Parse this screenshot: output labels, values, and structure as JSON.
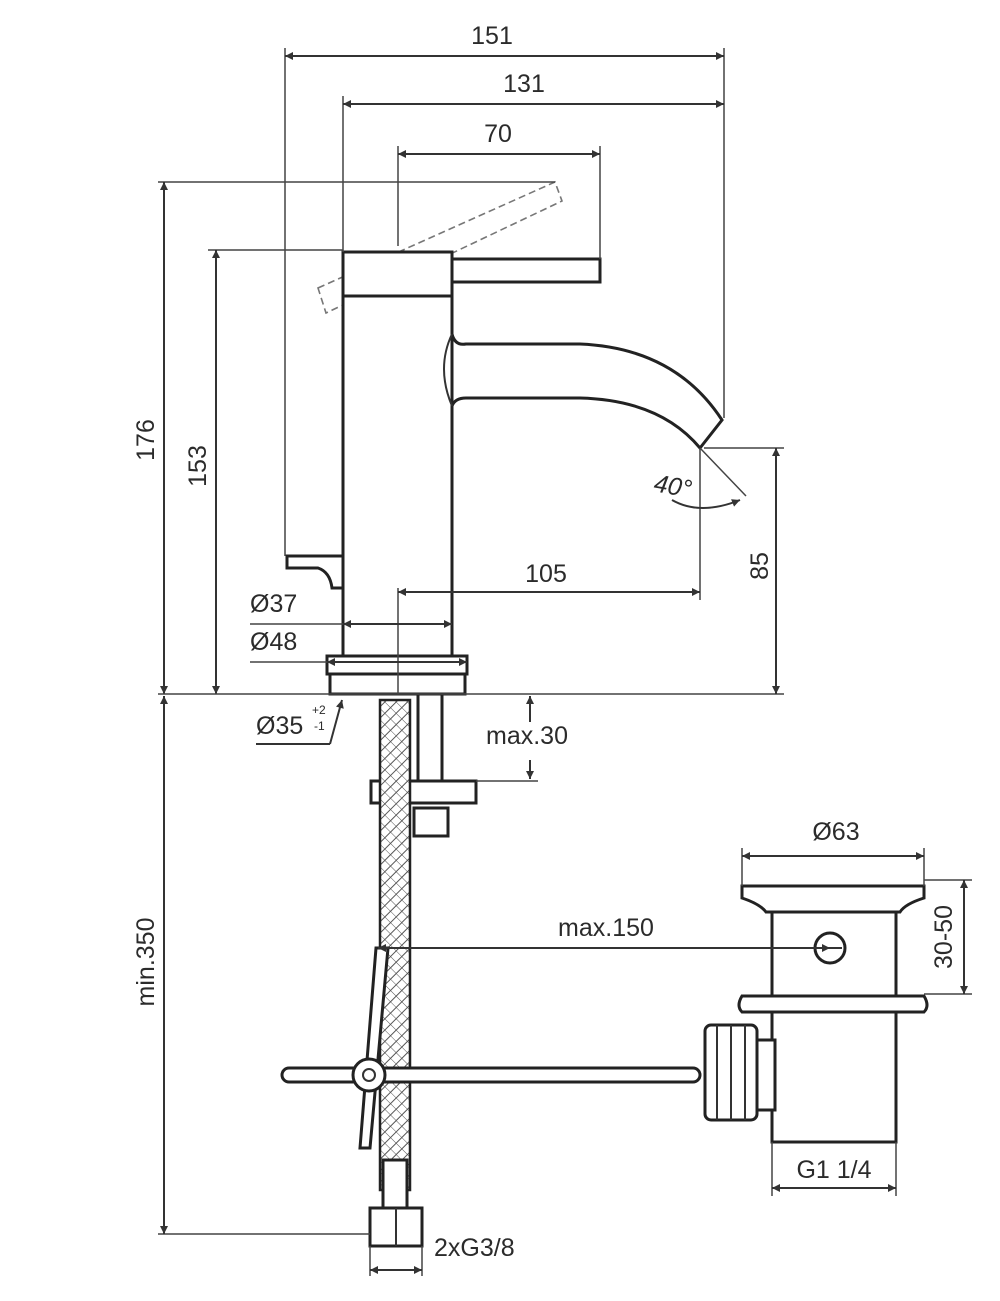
{
  "dimensions": {
    "overall_width": "151",
    "body_to_spout": "131",
    "lever_length": "70",
    "overall_height": "176",
    "lever_height": "153",
    "spout_height": "85",
    "spout_reach": "105",
    "spout_angle": "40°",
    "body_diameter": "Ø37",
    "base_diameter": "Ø48",
    "hole_diameter": "Ø35",
    "hole_tolerance_plus": "+2",
    "hole_tolerance_minus": "-1",
    "max_deck_thickness": "max.30",
    "min_install_depth": "min.350",
    "drain_rod_length": "max.150",
    "waste_diameter": "Ø63",
    "waste_height": "30-50",
    "waste_thread": "G1 1/4",
    "hose_connection": "2xG3/8"
  }
}
